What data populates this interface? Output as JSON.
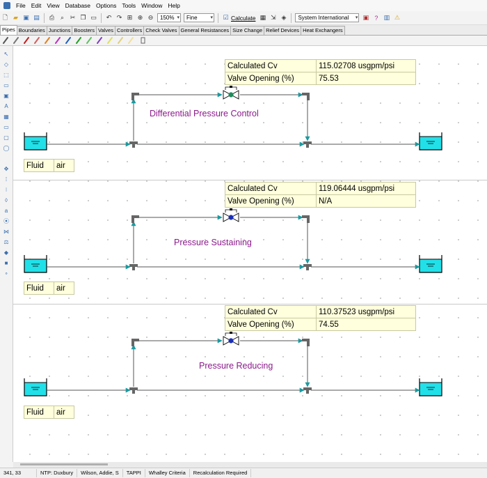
{
  "menu": [
    "File",
    "Edit",
    "View",
    "Database",
    "Options",
    "Tools",
    "Window",
    "Help"
  ],
  "toolbar": {
    "zoom": "150%",
    "quality": "Fine",
    "calculate_label": "Calculate",
    "units": "System International"
  },
  "tabs": [
    "Pipes",
    "Boundaries",
    "Junctions",
    "Boosters",
    "Valves",
    "Controllers",
    "Check Valves",
    "General Resistances",
    "Size Change",
    "Relief Devices",
    "Heat Exchangers"
  ],
  "active_tab": "Pipes",
  "systems": [
    {
      "label": "Differential Pressure Control",
      "cv_label": "Calculated Cv",
      "cv_value": "115.02708 usgpm/psi",
      "opening_label": "Valve Opening (%)",
      "opening_value": "75.53",
      "fluid_label": "Fluid",
      "fluid_value": "air",
      "valve_color": "#1f8a5a"
    },
    {
      "label": "Pressure Sustaining",
      "cv_label": "Calculated Cv",
      "cv_value": "119.06444 usgpm/psi",
      "opening_label": "Valve Opening (%)",
      "opening_value": "N/A",
      "fluid_label": "Fluid",
      "fluid_value": "air",
      "valve_color": "#1a2fb8"
    },
    {
      "label": "Pressure Reducing",
      "cv_label": "Calculated Cv",
      "cv_value": "110.37523 usgpm/psi",
      "opening_label": "Valve Opening (%)",
      "opening_value": "74.55",
      "fluid_label": "Fluid",
      "fluid_value": "air",
      "valve_color": "#1a2fb8"
    }
  ],
  "colors": {
    "tank_fill": "#22e0e8",
    "pipe": "#555555",
    "flow_arrow": "#1a9aa0",
    "label": "#8b1a8b",
    "table_bg": "#ffffdd"
  },
  "status": {
    "coords": "341, 33",
    "ntp": "NTP: Duxbury",
    "user": "Wilson, Addie, S",
    "tappi": "TAPPI",
    "criteria": "Whalley Criteria",
    "recalc": "Recalculation Required"
  }
}
